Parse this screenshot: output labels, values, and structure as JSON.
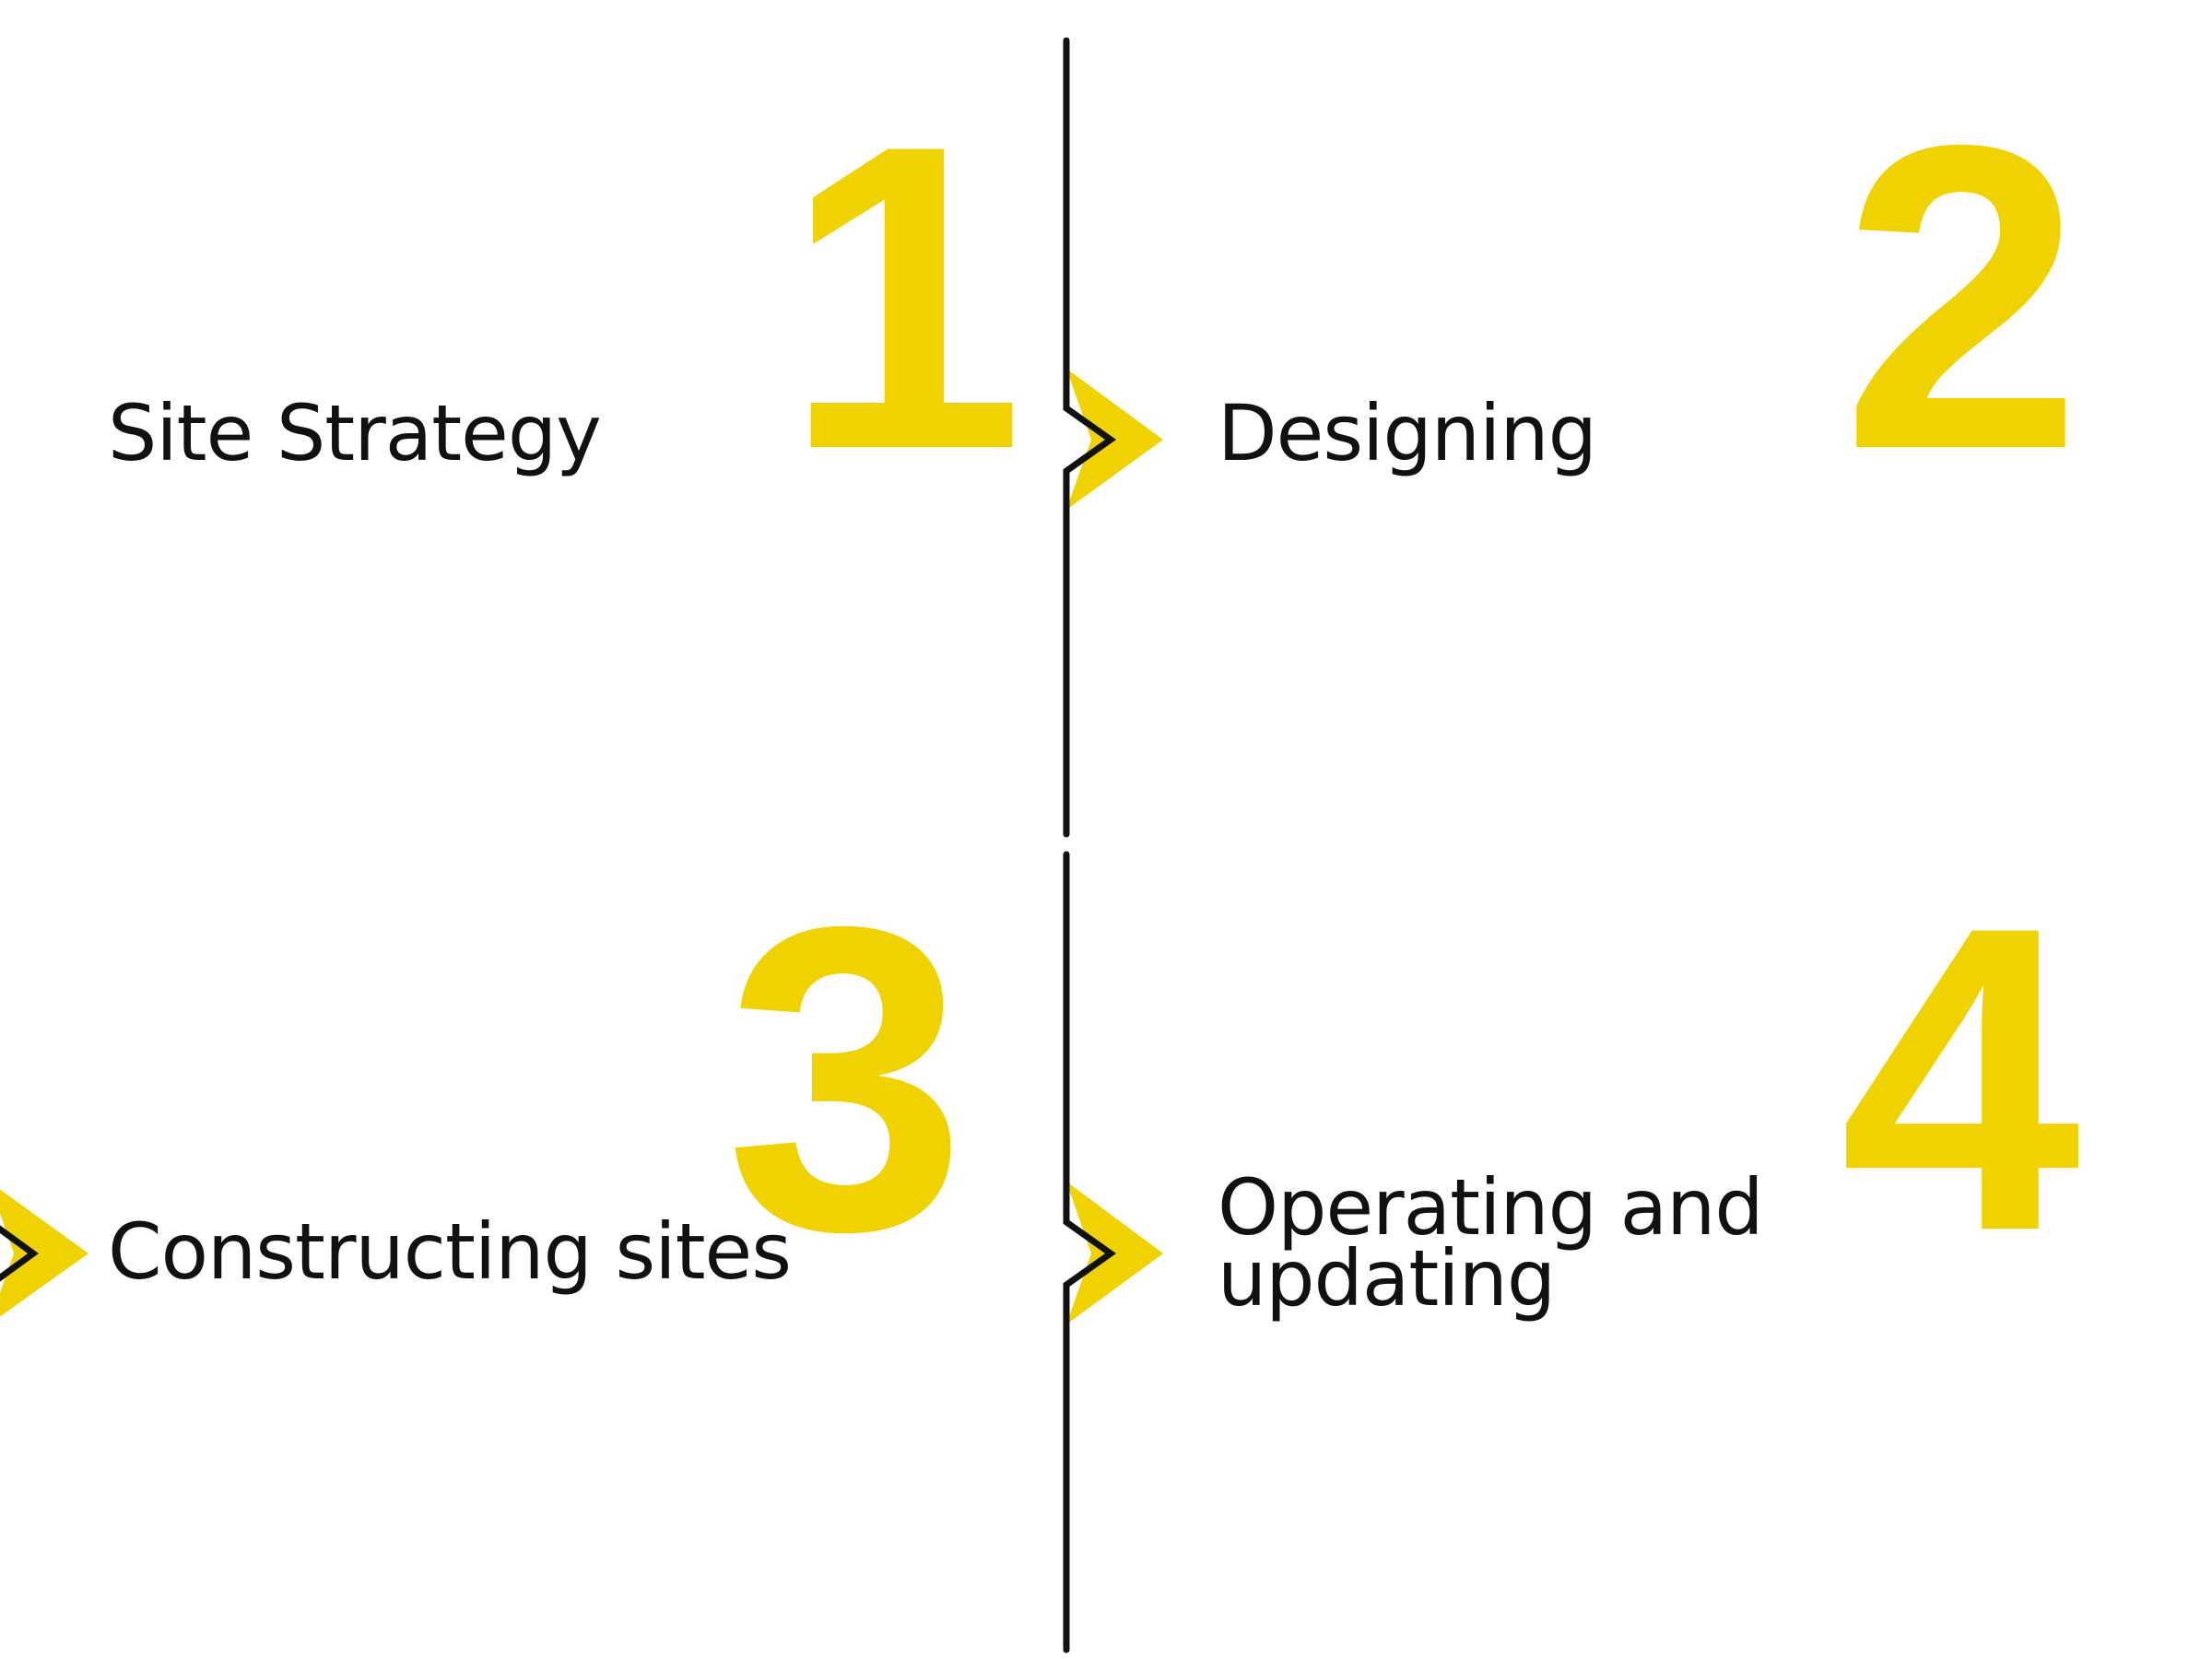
{
  "steps": [
    {
      "number": "1",
      "label": "Site Strategy"
    },
    {
      "number": "2",
      "label": "Designing"
    },
    {
      "number": "3",
      "label": "Constructing sites"
    },
    {
      "number": "4",
      "label": "Operating and updating"
    }
  ],
  "colors": {
    "accent": "#f0d200",
    "line": "#111111",
    "text": "#111111",
    "background": "#ffffff"
  }
}
